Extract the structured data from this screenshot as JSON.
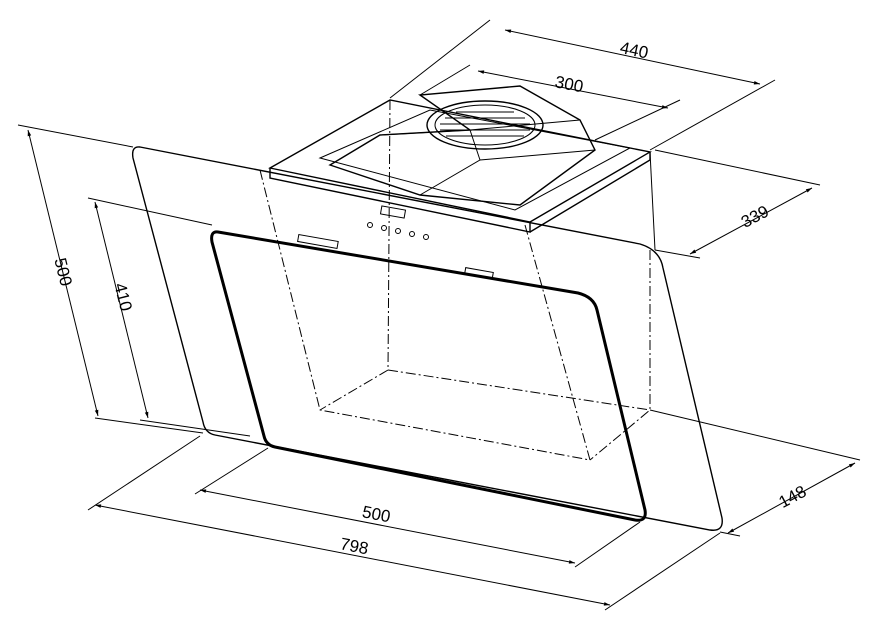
{
  "dimensions": {
    "depth_total": "440",
    "chimney_width": "300",
    "box_depth": "339",
    "height_total": "500",
    "inner_height": "410",
    "inner_width": "500",
    "width_total": "798",
    "glass_depth": "148"
  }
}
